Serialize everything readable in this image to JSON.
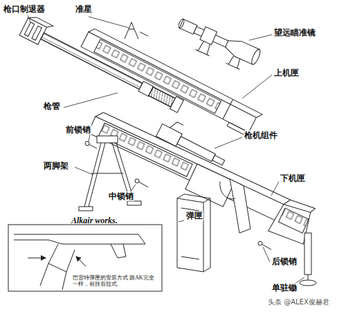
{
  "diagram": {
    "labels": [
      "枪口制退器",
      "准星",
      "望远瞄准镜",
      "上机匣",
      "枪管",
      "前锁销",
      "枪机组件",
      "两脚架",
      "下机匣",
      "中锁销",
      "弹匣",
      "Alkair works.",
      "后锁销",
      "单驻锄",
      "巴雷特弹匣的安装方式 跟AK完全一样，前挂后拉式.",
      "头条 @ALEX俊赫君"
    ]
  }
}
